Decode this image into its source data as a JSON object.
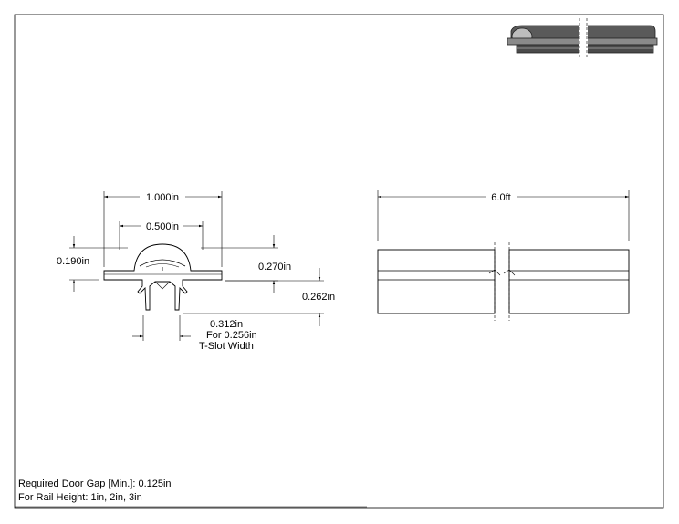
{
  "profile_view": {
    "dim_overall_width": "1.000in",
    "dim_bulb_width": "0.500in",
    "dim_flange_thickness": "0.190in",
    "dim_bulb_height": "0.270in",
    "dim_leg_depth": "0.262in",
    "dim_leg_width": "0.312in",
    "slot_note_line1": "For 0.256in",
    "slot_note_line2": "T-Slot Width"
  },
  "length_view": {
    "dim_length": "6.0ft"
  },
  "notes": {
    "door_gap": "Required Door Gap [Min.]: 0.125in",
    "rail_height": "For Rail Height: 1in, 2in, 3in"
  },
  "colors": {
    "line": "#000000",
    "part_fill": "#ffffff",
    "iso_dark": "#4a4a4a",
    "iso_mid": "#8a8a8a",
    "iso_light": "#bdbdbd"
  }
}
